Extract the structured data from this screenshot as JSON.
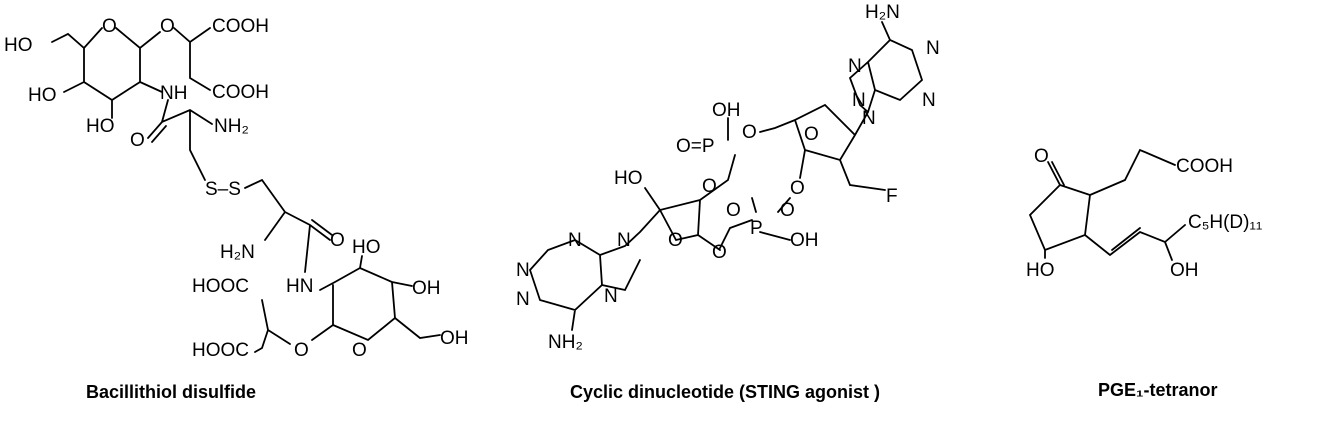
{
  "molecules": [
    {
      "caption": "Bacillithiol disulfide",
      "atoms": [
        "HO",
        "O",
        "O",
        "COOH",
        "HO",
        "NH",
        "COOH",
        "HO",
        "NH₂",
        "O",
        "S–S",
        "O",
        "H₂N",
        "HO",
        "HOOC",
        "HN",
        "OH",
        "HOOC",
        "O",
        "O",
        "OH"
      ]
    },
    {
      "caption": "Cyclic dinucleotide (STING agonist )",
      "atoms": [
        "H₂N",
        "N",
        "N",
        "N",
        "N",
        "N",
        "OH",
        "O=P",
        "O",
        "O",
        "HO",
        "O",
        "O",
        "O",
        "O",
        "P",
        "OH",
        "F",
        "O",
        "O",
        "N",
        "N",
        "N",
        "N",
        "N",
        "NH₂"
      ]
    },
    {
      "caption": "PGE₁-tetranor",
      "atoms": [
        "O",
        "COOH",
        "C₅H(D)₁₁",
        "HO",
        "OH"
      ]
    }
  ]
}
